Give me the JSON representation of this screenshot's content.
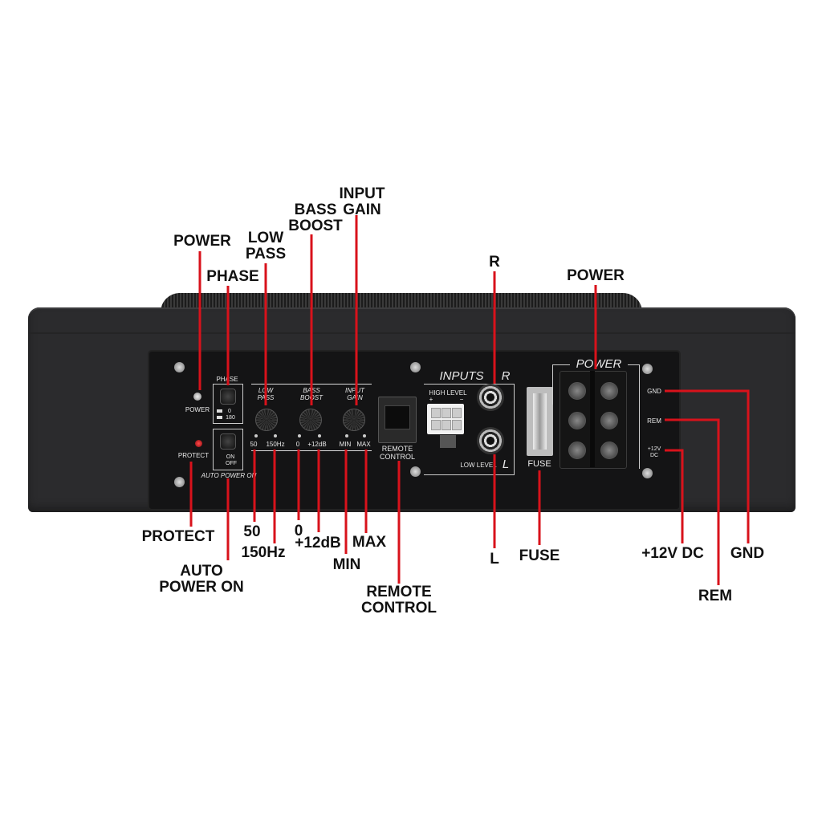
{
  "callouts": {
    "power_left": "POWER",
    "phase": "PHASE",
    "low_pass": [
      "LOW",
      "PASS"
    ],
    "bass_boost": [
      "BASS",
      "BOOST"
    ],
    "input_gain": [
      "INPUT",
      "GAIN"
    ],
    "r": "R",
    "power_right": "POWER",
    "protect": "PROTECT",
    "auto_power_on": [
      "AUTO",
      "POWER ON"
    ],
    "lp_50": "50",
    "lp_150": "150Hz",
    "bb_0": "0",
    "bb_12": "+12dB",
    "gain_min": "MIN",
    "gain_max": "MAX",
    "remote_control": [
      "REMOTE",
      "CONTROL"
    ],
    "l": "L",
    "fuse": "FUSE",
    "v12_dc": "+12V DC",
    "gnd": "GND",
    "rem": "REM"
  },
  "panel": {
    "power": "POWER",
    "phase": "PHASE",
    "phase_0": "0",
    "phase_180": "180",
    "protect": "PROTECT",
    "auto_on": "ON",
    "auto_off": "OFF",
    "auto_power_on": "AUTO POWER ON",
    "low_pass": [
      "LOW",
      "PASS"
    ],
    "low_pass_50": "50",
    "low_pass_150": "150Hz",
    "bass_boost": [
      "BASS",
      "BOOST"
    ],
    "bass_boost_0": "0",
    "bass_boost_12": "+12dB",
    "input_gain": [
      "INPUT",
      "GAIN"
    ],
    "input_gain_min": "MIN",
    "input_gain_max": "MAX",
    "remote_control": [
      "REMOTE",
      "CONTROL"
    ],
    "inputs": "INPUTS",
    "inputs_r": "R",
    "inputs_l": "L",
    "high_level": "HIGH LEVEL",
    "high_plus": "+",
    "high_minus": "−",
    "low_level": "LOW LEVEL",
    "fuse": "FUSE",
    "power_block": "POWER",
    "gnd": "GND",
    "rem": "REM",
    "v12": [
      "+12V",
      "DC"
    ]
  },
  "colors": {
    "leader_line": "#d8121b",
    "enclosure": "#2b2b2d",
    "panel": "#141415",
    "panel_text": "#e8e8e8",
    "protect_led": "#c8141c"
  }
}
